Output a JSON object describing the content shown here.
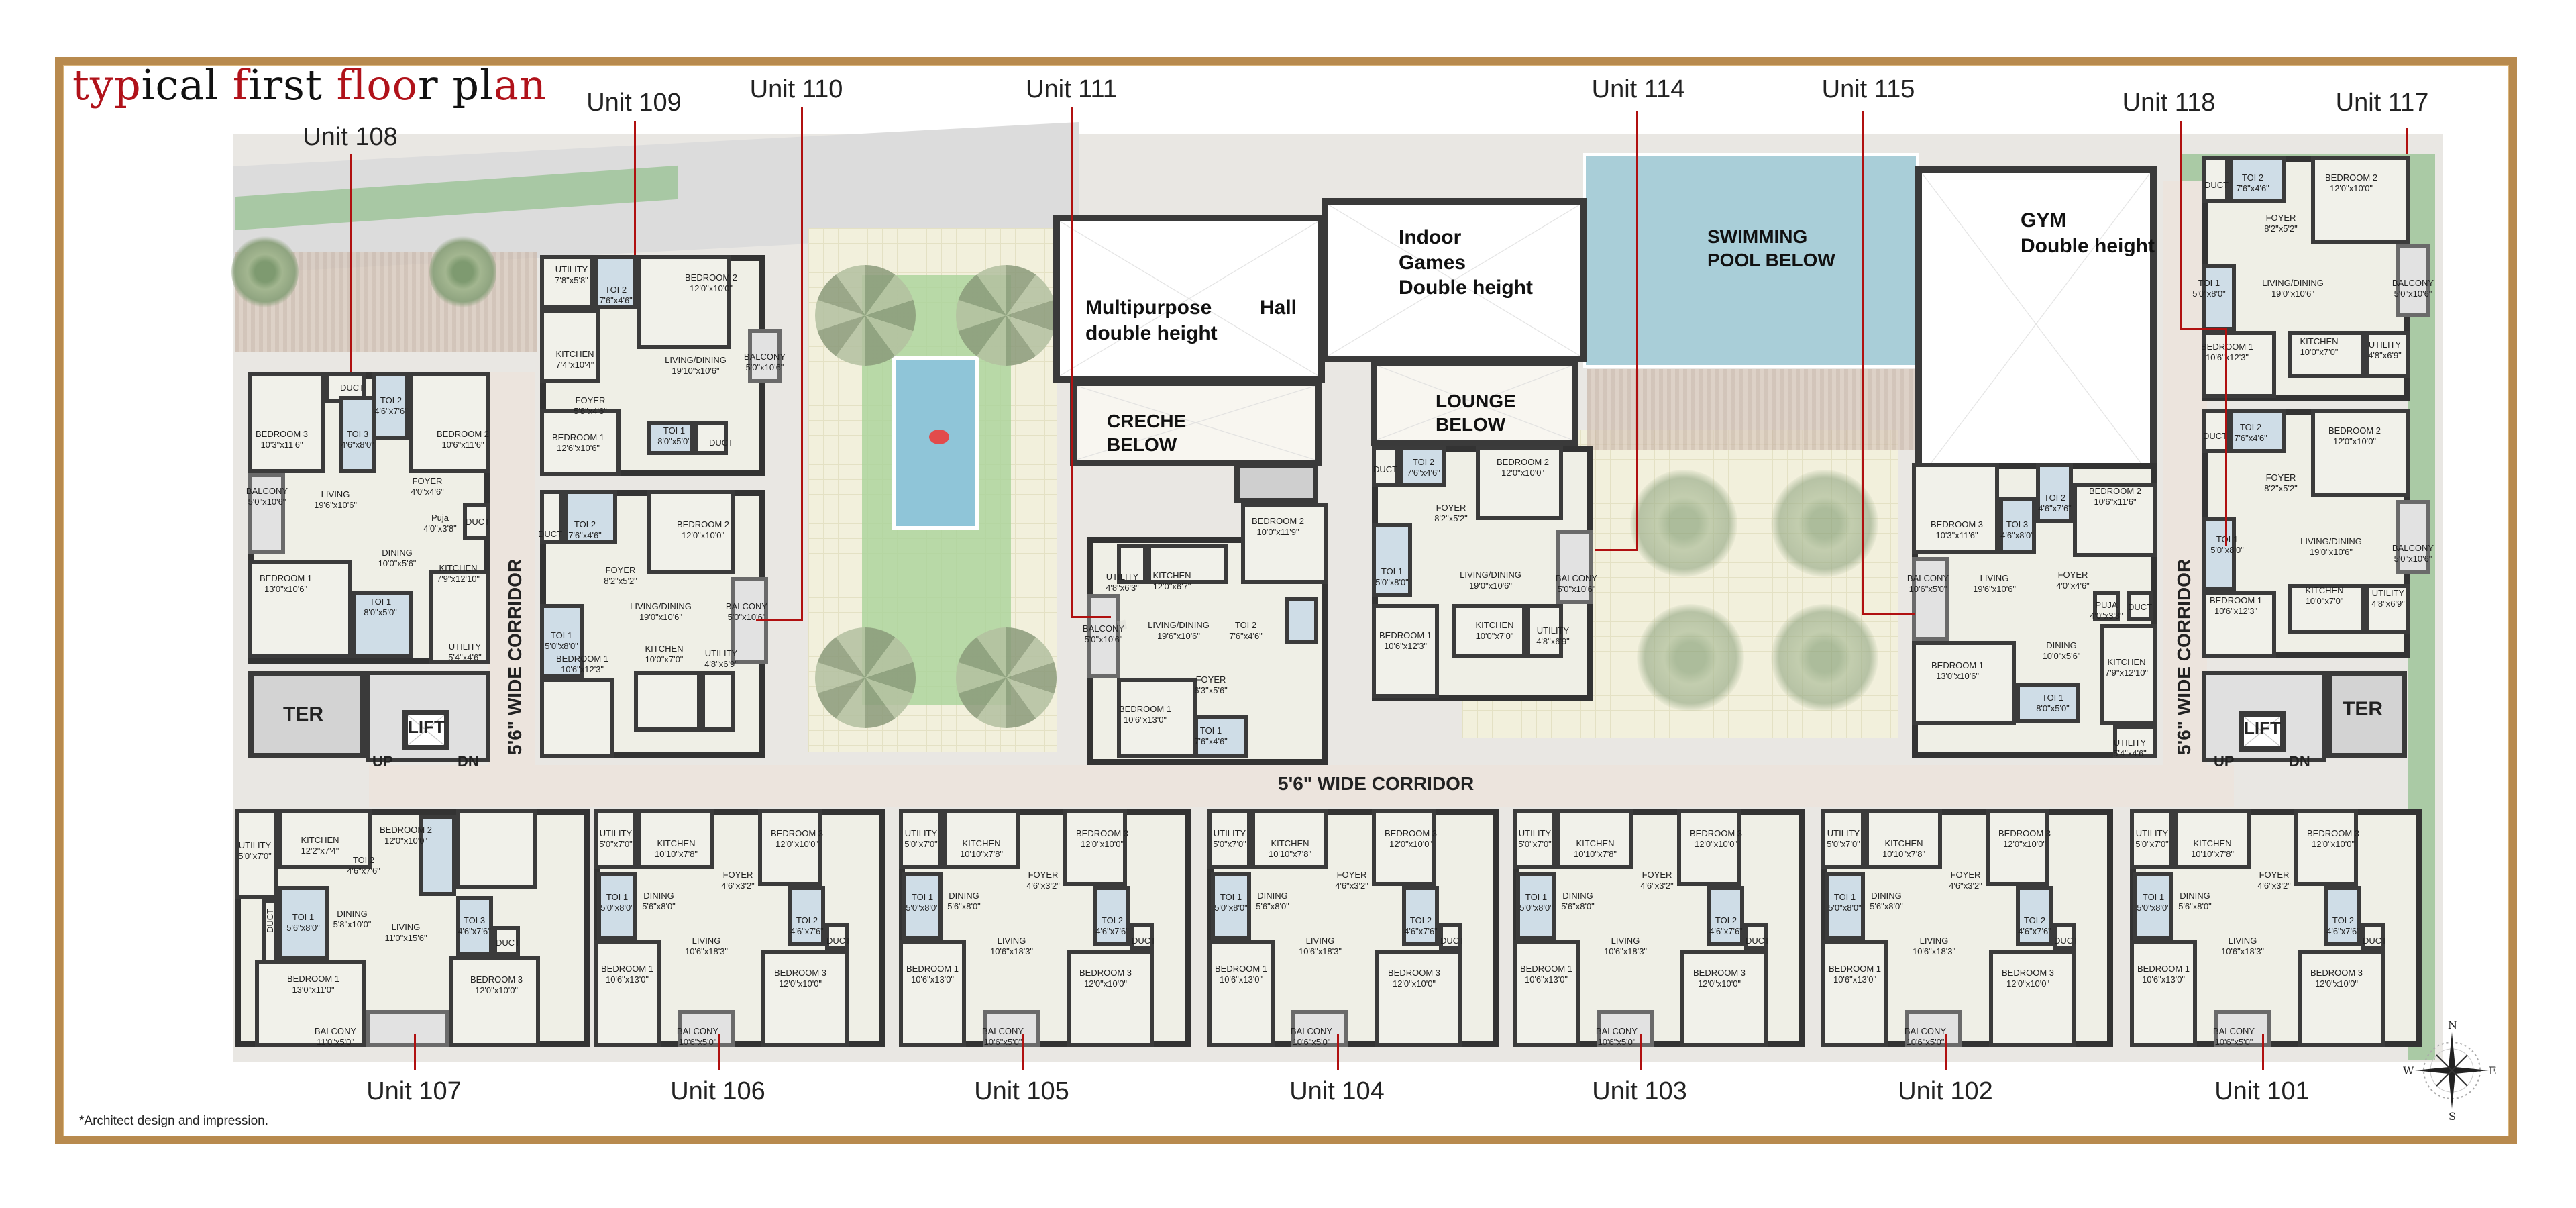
{
  "title": {
    "segments": [
      {
        "text": "typ",
        "color": "#b0121a"
      },
      {
        "text": "ical ",
        "color": "#111111"
      },
      {
        "text": "f",
        "color": "#b0121a"
      },
      {
        "text": "irst ",
        "color": "#111111"
      },
      {
        "text": "fl",
        "color": "#b0121a"
      },
      {
        "text": "oo",
        "color": "#b0121a"
      },
      {
        "text": "r ",
        "color": "#111111"
      },
      {
        "text": "pl",
        "color": "#111111"
      },
      {
        "text": "an",
        "color": "#b0121a"
      }
    ],
    "full": "typical first floor plan"
  },
  "colors": {
    "frame": "#b88a4e",
    "leader": "#b01010",
    "title_accent": "#b0121a",
    "wall": "#333333",
    "pool": "#a9ced8",
    "toilet": "#cfdde7"
  },
  "unit_labels_top": [
    {
      "id": "108",
      "text": "Unit 108"
    },
    {
      "id": "109",
      "text": "Unit 109"
    },
    {
      "id": "110",
      "text": "Unit 110"
    },
    {
      "id": "111",
      "text": "Unit 111"
    },
    {
      "id": "114",
      "text": "Unit 114"
    },
    {
      "id": "115",
      "text": "Unit 115"
    },
    {
      "id": "118",
      "text": "Unit 118"
    },
    {
      "id": "117",
      "text": "Unit 117"
    }
  ],
  "unit_labels_bottom": [
    {
      "id": "107",
      "text": "Unit 107"
    },
    {
      "id": "106",
      "text": "Unit 106"
    },
    {
      "id": "105",
      "text": "Unit 105"
    },
    {
      "id": "104",
      "text": "Unit 104"
    },
    {
      "id": "103",
      "text": "Unit 103"
    },
    {
      "id": "102",
      "text": "Unit 102"
    },
    {
      "id": "101",
      "text": "Unit 101"
    }
  ],
  "amenities": {
    "multipurpose": {
      "line1": "Multipurpose",
      "line2": "double height",
      "hall": "Hall"
    },
    "indoor_games": {
      "line1": "Indoor",
      "line2": "Games",
      "line3": "Double height"
    },
    "creche": {
      "line1": "CRECHE",
      "line2": "BELOW"
    },
    "lounge": {
      "line1": "LOUNGE",
      "line2": "BELOW"
    },
    "pool": {
      "line1": "SWIMMING",
      "line2": "POOL BELOW"
    },
    "gym": {
      "line1": "GYM",
      "line2": "Double height"
    }
  },
  "corridors": {
    "horizontal": "5'6\" WIDE CORRIDOR",
    "left_vertical": "5'6\" WIDE CORRIDOR",
    "right_vertical": "5'6\" WIDE CORRIDOR"
  },
  "cores": {
    "left": {
      "ter": "TER",
      "lift": "LIFT",
      "up": "UP",
      "dn": "DN"
    },
    "right": {
      "ter": "TER",
      "lift": "LIFT",
      "up": "UP",
      "dn": "DN"
    }
  },
  "units": {
    "u108": {
      "rooms": [
        {
          "name": "DUCT",
          "size": ""
        },
        {
          "name": "TOI 2",
          "size": "4'6\"x7'6\""
        },
        {
          "name": "TOI 3",
          "size": "4'6\"x8'0\""
        },
        {
          "name": "BEDROOM 3",
          "size": "10'3\"x11'6\""
        },
        {
          "name": "BEDROOM 2",
          "size": "10'6\"x11'6\""
        },
        {
          "name": "BALCONY",
          "size": "5'0\"x10'6\""
        },
        {
          "name": "LIVING",
          "size": "19'6\"x10'6\""
        },
        {
          "name": "FOYER",
          "size": "4'0\"x4'6\""
        },
        {
          "name": "Puja",
          "size": "4'0\"x3'8\""
        },
        {
          "name": "DUCT",
          "size": ""
        },
        {
          "name": "DINING",
          "size": "10'0\"x5'6\""
        },
        {
          "name": "KITCHEN",
          "size": "7'9\"x12'10\""
        },
        {
          "name": "BEDROOM 1",
          "size": "13'0\"x10'6\""
        },
        {
          "name": "TOI 1",
          "size": "8'0\"x5'0\""
        },
        {
          "name": "UTILITY",
          "size": "5'4\"x4'6\""
        }
      ]
    },
    "u109": {
      "rooms": [
        {
          "name": "UTILITY",
          "size": "7'8\"x5'8\""
        },
        {
          "name": "TOI 2",
          "size": "7'6\"x4'6\""
        },
        {
          "name": "BEDROOM 2",
          "size": "12'0\"x10'0\""
        },
        {
          "name": "KITCHEN",
          "size": "7'4\"x10'4\""
        },
        {
          "name": "LIVING/DINING",
          "size": "19'10\"x10'6\""
        },
        {
          "name": "BALCONY",
          "size": "5'0\"x10'6\""
        },
        {
          "name": "FOYER",
          "size": "5'8\"x4'6\""
        },
        {
          "name": "BEDROOM 1",
          "size": "12'6\"x10'6\""
        },
        {
          "name": "TOI 1",
          "size": "8'0\"x5'0\""
        },
        {
          "name": "DUCT",
          "size": ""
        }
      ]
    },
    "u110": {
      "rooms": [
        {
          "name": "DUCT",
          "size": ""
        },
        {
          "name": "TOI 2",
          "size": "7'6\"x4'6\""
        },
        {
          "name": "BEDROOM 2",
          "size": "12'0\"x10'0\""
        },
        {
          "name": "FOYER",
          "size": "8'2\"x5'2\""
        },
        {
          "name": "TOI 1",
          "size": "5'0\"x8'0\""
        },
        {
          "name": "LIVING/DINING",
          "size": "19'0\"x10'6\""
        },
        {
          "name": "BALCONY",
          "size": "5'0\"x10'6\""
        },
        {
          "name": "BEDROOM 1",
          "size": "10'6\"x12'3\""
        },
        {
          "name": "KITCHEN",
          "size": "10'0\"x7'0\""
        },
        {
          "name": "UTILITY",
          "size": "4'8\"x6'9\""
        }
      ]
    },
    "u111": {
      "rooms": [
        {
          "name": "BEDROOM 2",
          "size": "10'0\"x11'9\""
        },
        {
          "name": "UTILITY",
          "size": "4'8\"x6'3\""
        },
        {
          "name": "KITCHEN",
          "size": "12'0\"x6'7\""
        },
        {
          "name": "BALCONY",
          "size": "5'0\"x10'6\""
        },
        {
          "name": "LIVING/DINING",
          "size": "19'6\"x10'6\""
        },
        {
          "name": "TOI 2",
          "size": "7'6\"x4'6\""
        },
        {
          "name": "FOYER",
          "size": "6'3\"x5'6\""
        },
        {
          "name": "BEDROOM 1",
          "size": "10'6\"x13'0\""
        },
        {
          "name": "TOI 1",
          "size": "7'6\"x4'6\""
        }
      ]
    },
    "u114": {
      "rooms": [
        {
          "name": "DUCT",
          "size": ""
        },
        {
          "name": "TOI 2",
          "size": "7'6\"x4'6\""
        },
        {
          "name": "BEDROOM 2",
          "size": "12'0\"x10'0\""
        },
        {
          "name": "FOYER",
          "size": "8'2\"x5'2\""
        },
        {
          "name": "TOI 1",
          "size": "5'0\"x8'0\""
        },
        {
          "name": "LIVING/DINING",
          "size": "19'0\"x10'6\""
        },
        {
          "name": "BALCONY",
          "size": "5'0\"x10'6\""
        },
        {
          "name": "BEDROOM 1",
          "size": "10'6\"x12'3\""
        },
        {
          "name": "KITCHEN",
          "size": "10'0\"x7'0\""
        },
        {
          "name": "UTILITY",
          "size": "4'8\"x6'9\""
        }
      ]
    },
    "u115": {
      "rooms": [
        {
          "name": "BEDROOM 3",
          "size": "10'3\"x11'6\""
        },
        {
          "name": "TOI 3",
          "size": "4'6\"x8'0\""
        },
        {
          "name": "TOI 2",
          "size": "4'6\"x7'6\""
        },
        {
          "name": "BEDROOM 2",
          "size": "10'6\"x11'6\""
        },
        {
          "name": "BALCONY",
          "size": "10'6\"x5'0\""
        },
        {
          "name": "LIVING",
          "size": "19'6\"x10'6\""
        },
        {
          "name": "FOYER",
          "size": "4'0\"x4'6\""
        },
        {
          "name": "PUJA",
          "size": "4'0\"x3'8\""
        },
        {
          "name": "DUCT",
          "size": ""
        },
        {
          "name": "DINING",
          "size": "10'0\"x5'6\""
        },
        {
          "name": "KITCHEN",
          "size": "7'9\"x12'10\""
        },
        {
          "name": "BEDROOM 1",
          "size": "13'0\"x10'6\""
        },
        {
          "name": "TOI 1",
          "size": "8'0\"x5'0\""
        },
        {
          "name": "UTILITY",
          "size": "5'4\"x4'6\""
        }
      ]
    },
    "u117": {
      "rooms": [
        {
          "name": "DUCT",
          "size": ""
        },
        {
          "name": "TOI 2",
          "size": "7'6\"x4'6\""
        },
        {
          "name": "BEDROOM 2",
          "size": "12'0\"x10'0\""
        },
        {
          "name": "FOYER",
          "size": "8'2\"x5'2\""
        },
        {
          "name": "TOI 1",
          "size": "5'0\"x8'0\""
        },
        {
          "name": "LIVING/DINING",
          "size": "19'0\"x10'6\""
        },
        {
          "name": "BALCONY",
          "size": "5'0\"x10'6\""
        },
        {
          "name": "BEDROOM 1",
          "size": "10'6\"x12'3\""
        },
        {
          "name": "KITCHEN",
          "size": "10'0\"x7'0\""
        },
        {
          "name": "UTILITY",
          "size": "4'8\"x6'9\""
        }
      ]
    },
    "u118": {
      "rooms": [
        {
          "name": "DUCT",
          "size": ""
        },
        {
          "name": "TOI 2",
          "size": "7'6\"x4'6\""
        },
        {
          "name": "BEDROOM 2",
          "size": "12'0\"x10'0\""
        },
        {
          "name": "FOYER",
          "size": "8'2\"x5'2\""
        },
        {
          "name": "TOI 1",
          "size": "5'0\"x8'0\""
        },
        {
          "name": "LIVING/DINING",
          "size": "19'0\"x10'6\""
        },
        {
          "name": "BALCONY",
          "size": "5'0\"x10'6\""
        },
        {
          "name": "BEDROOM 1",
          "size": "10'6\"x12'3\""
        },
        {
          "name": "KITCHEN",
          "size": "10'0\"x7'0\""
        },
        {
          "name": "UTILITY",
          "size": "4'8\"x6'9\""
        }
      ]
    },
    "u107": {
      "rooms": [
        {
          "name": "UTILITY",
          "size": "5'0\"x7'0\""
        },
        {
          "name": "KITCHEN",
          "size": "12'2\"x7'4\""
        },
        {
          "name": "DUCT",
          "size": ""
        },
        {
          "name": "TOI 1",
          "size": "5'6\"x8'0\""
        },
        {
          "name": "DINING",
          "size": "5'8\"x10'0\""
        },
        {
          "name": "LIVING",
          "size": "11'0\"x15'6\""
        },
        {
          "name": "BEDROOM 1",
          "size": "13'0\"x11'0\""
        },
        {
          "name": "BALCONY",
          "size": "11'0\"x5'0\""
        },
        {
          "name": "TOI 2",
          "size": "4'6\"x7'6\""
        },
        {
          "name": "BEDROOM 2",
          "size": "12'0\"x10'0\""
        },
        {
          "name": "TOI 3",
          "size": "4'6\"x7'6\""
        },
        {
          "name": "DUCT",
          "size": ""
        },
        {
          "name": "BEDROOM 3",
          "size": "12'0\"x10'0\""
        }
      ]
    },
    "typical_bottom": {
      "rooms": [
        {
          "name": "UTILITY",
          "size": "5'0\"x7'0\""
        },
        {
          "name": "KITCHEN",
          "size": "10'10\"x7'8\""
        },
        {
          "name": "FOYER",
          "size": "4'6\"x3'2\""
        },
        {
          "name": "TOI 1",
          "size": "5'0\"x8'0\""
        },
        {
          "name": "DINING",
          "size": "5'6\"x8'0\""
        },
        {
          "name": "LIVING",
          "size": "10'6\"x18'3\""
        },
        {
          "name": "BEDROOM 1",
          "size": "10'6\"x13'0\""
        },
        {
          "name": "BALCONY",
          "size": "10'6\"x5'0\""
        },
        {
          "name": "BEDROOM 3",
          "size": "12'0\"x10'0\""
        },
        {
          "name": "TOI 2",
          "size": "4'6\"x7'6\""
        },
        {
          "name": "DUCT",
          "size": ""
        },
        {
          "name": "BEDROOM 3",
          "size": "12'0\"x10'0\""
        }
      ]
    }
  },
  "compass": {
    "n": "N",
    "s": "S",
    "e": "E",
    "w": "W"
  },
  "footnote": "*Architect design and impression."
}
